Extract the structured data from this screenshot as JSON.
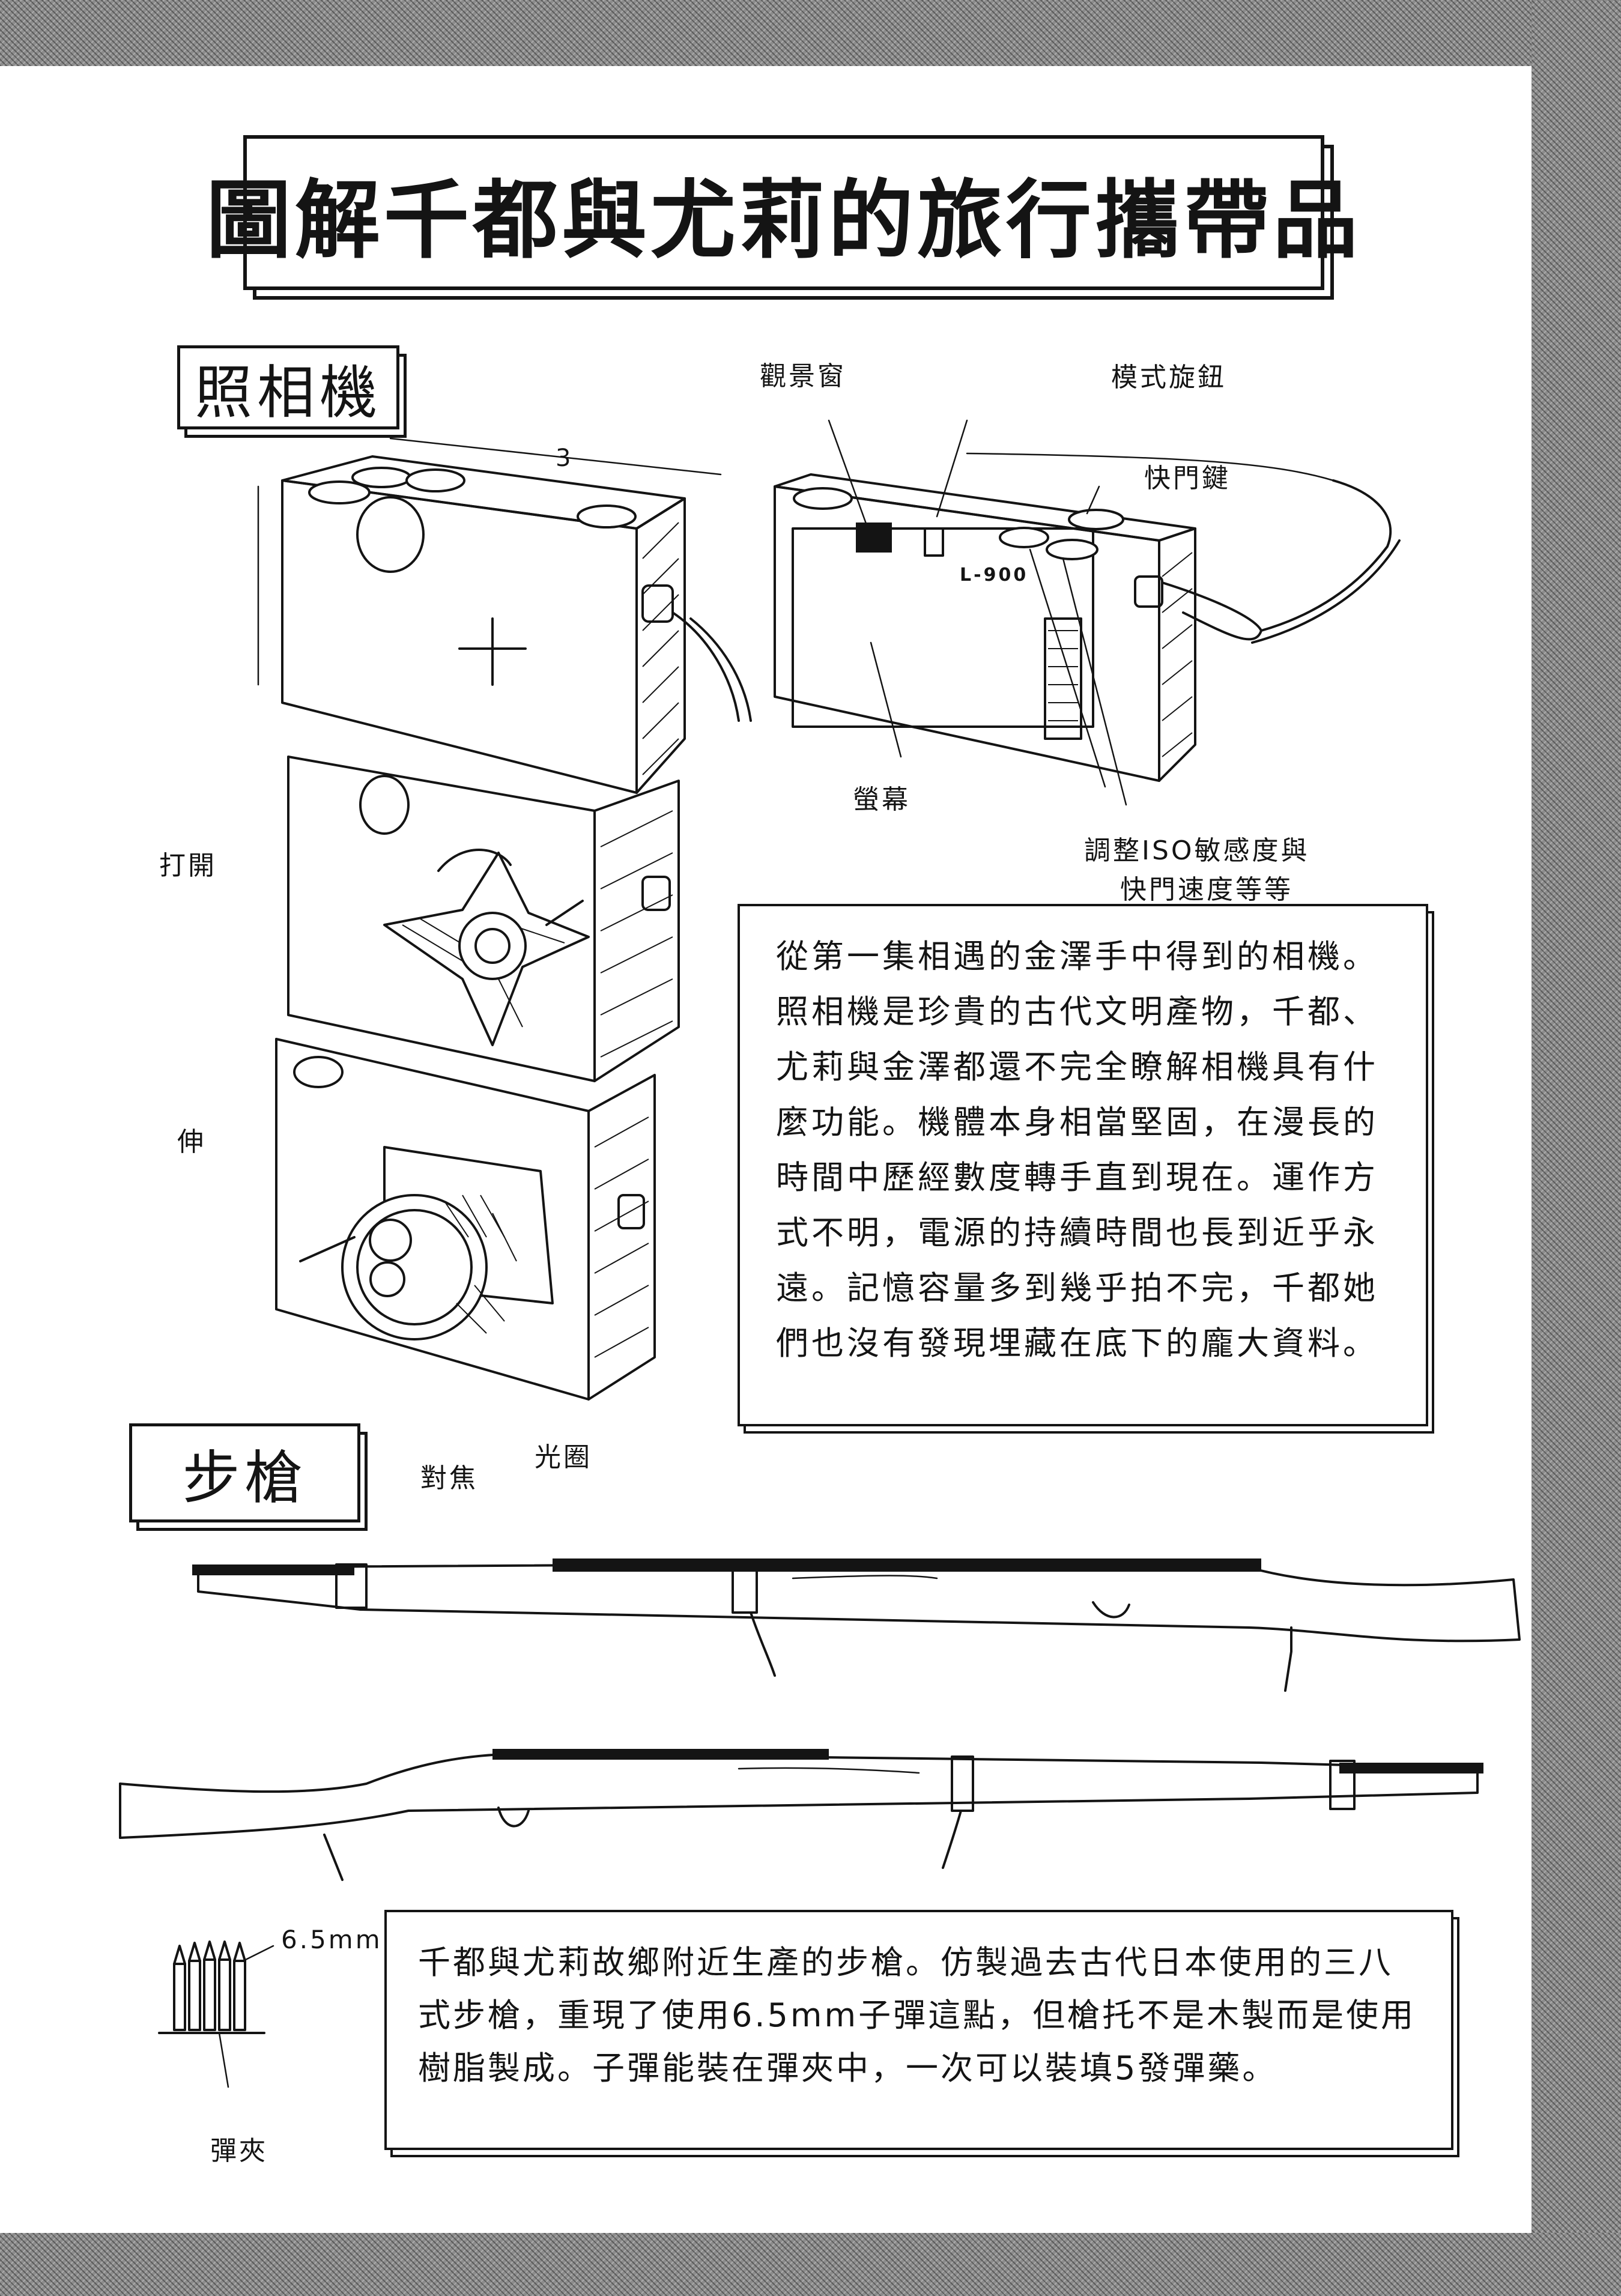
{
  "title": "圖解千都與尤莉的旅行攜帶品",
  "camera": {
    "heading": "照相機",
    "labels": {
      "viewfinder": "觀景窗",
      "mode_dial": "模式旋鈕",
      "shutter_button": "快門鍵",
      "screen": "螢幕",
      "iso_line1": "調整ISO敏感度與",
      "iso_line2": "快門速度等等",
      "open": "打開",
      "extend": "伸",
      "focus": "對焦",
      "aperture": "光圈",
      "model": "L-900",
      "dimension": "3"
    },
    "description": "從第一集相遇的金澤手中得到的相機。照相機是珍貴的古代文明產物，千都、尤莉與金澤都還不完全瞭解相機具有什麼功能。機體本身相當堅固，在漫長的時間中歷經數度轉手直到現在。運作方式不明，電源的持續時間也長到近乎永遠。記憶容量多到幾乎拍不完，千都她們也沒有發現埋藏在底下的龐大資料。"
  },
  "rifle": {
    "heading": "步槍",
    "labels": {
      "caliber": "6.5mm",
      "clip": "彈夾"
    },
    "description": "千都與尤莉故鄉附近生產的步槍。仿製過去古代日本使用的三八式步槍，重現了使用6.5mm子彈這點，但槍托不是木製而是使用樹脂製成。子彈能裝在彈夾中，一次可以裝填5發彈藥。"
  }
}
